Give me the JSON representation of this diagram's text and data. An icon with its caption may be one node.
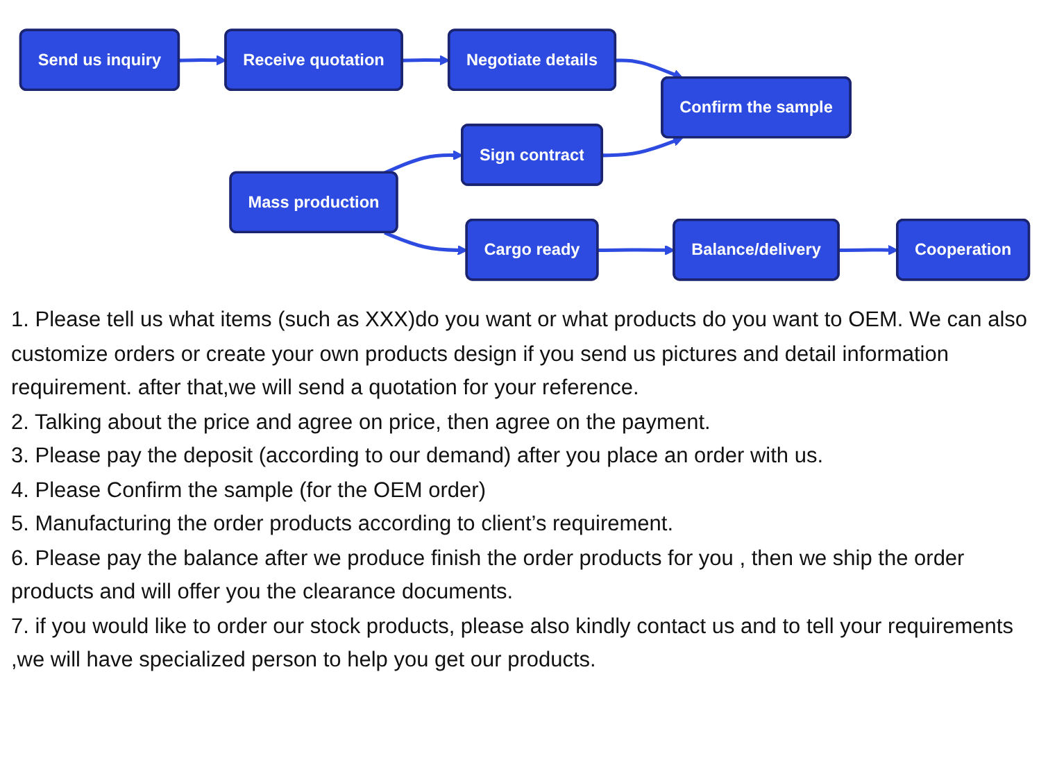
{
  "diagram": {
    "nodes": [
      {
        "text": [
          "Send us inquiry"
        ]
      },
      {
        "text": [
          "Receive quotation"
        ]
      },
      {
        "text": [
          "Negotiate details"
        ]
      },
      {
        "text": [
          "Mass production"
        ]
      },
      {
        "text": [
          "Sign contract"
        ]
      },
      {
        "text": [
          "Confirm the sample"
        ]
      },
      {
        "text": [
          "Cargo ready"
        ]
      },
      {
        "text": [
          "Balance/delivery"
        ]
      },
      {
        "text": [
          "Cooperation"
        ]
      }
    ],
    "edges": [
      {
        "from": 0,
        "to": 1,
        "arrow": "to"
      },
      {
        "from": 1,
        "to": 2,
        "arrow": "to"
      },
      {
        "from": 2,
        "to": 5,
        "arrow": "to"
      },
      {
        "from": 3,
        "to": 4,
        "arrow": "to"
      },
      {
        "from": 4,
        "to": 5,
        "arrow": "to"
      },
      {
        "from": 3,
        "to": 6,
        "arrow": "to"
      },
      {
        "from": 6,
        "to": 7,
        "arrow": "to"
      },
      {
        "from": 7,
        "to": 8,
        "arrow": "to"
      }
    ],
    "labels": [
      "1. Please tell us what items (such as XXX)do you want or what products do you want to OEM. We can also customize orders or create your own products design if you send us pictures and detail information requirement. after that,we will send a quotation for your reference.",
      "2. Talking about the price and agree on price, then agree on the payment.",
      "3. Please pay the deposit (according to our demand) after you place an order with us.",
      "4. Please Confirm the sample (for the OEM order)",
      "5. Manufacturing the order products according to client’s requirement.",
      "6. Please pay the balance after we produce finish the order products for you , then we ship the order products and will offer you the clearance documents.",
      "7. if you would like to order our stock products, please also kindly contact us and to tell your requirements ,we will have specialized person to help you get our products."
    ]
  }
}
